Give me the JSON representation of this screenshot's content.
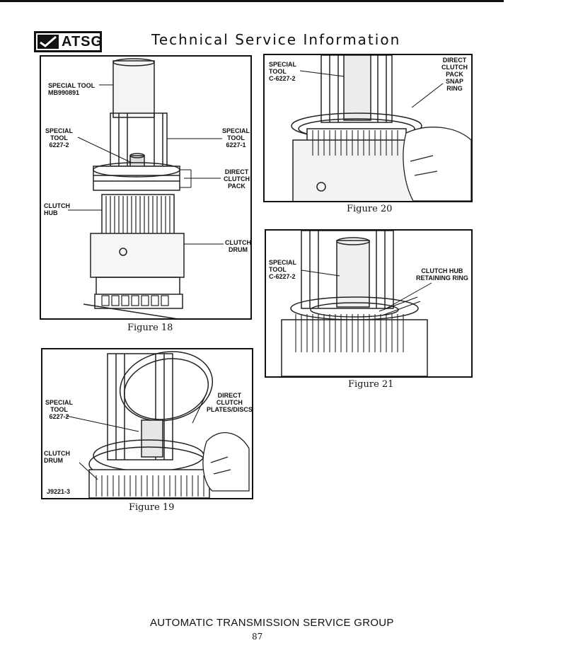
{
  "header": {
    "logo_text": "ATSG",
    "title": "Technical Service Information"
  },
  "figures": {
    "fig18": {
      "caption": "Figure 18",
      "callouts": {
        "special_tool_mb": "SPECIAL TOOL\nMB990891",
        "special_tool_6227_2": "SPECIAL\nTOOL\n6227-2",
        "special_tool_6227_1": "SPECIAL\nTOOL\n6227-1",
        "direct_clutch_pack": "DIRECT\nCLUTCH\nPACK",
        "clutch_hub": "CLUTCH\nHUB",
        "clutch_drum": "CLUTCH\nDRUM"
      }
    },
    "fig19": {
      "caption": "Figure 19",
      "callouts": {
        "direct_clutch_plates": "DIRECT\nCLUTCH\nPLATES/DISCS",
        "special_tool_6227_2": "SPECIAL\nTOOL\n6227-2",
        "clutch_drum": "CLUTCH\nDRUM",
        "image_code": "J9221-3"
      }
    },
    "fig20": {
      "caption": "Figure 20",
      "callouts": {
        "special_tool_c6227_2": "SPECIAL\nTOOL\nC-6227-2",
        "direct_clutch_snap_ring": "DIRECT\nCLUTCH\nPACK\nSNAP\nRING"
      }
    },
    "fig21": {
      "caption": "Figure 21",
      "callouts": {
        "special_tool_c6227_2": "SPECIAL\nTOOL\nC-6227-2",
        "clutch_hub_retaining_ring": "CLUTCH HUB\nRETAINING RING"
      }
    }
  },
  "footer": {
    "group": "AUTOMATIC TRANSMISSION SERVICE GROUP",
    "page_number": "87"
  }
}
